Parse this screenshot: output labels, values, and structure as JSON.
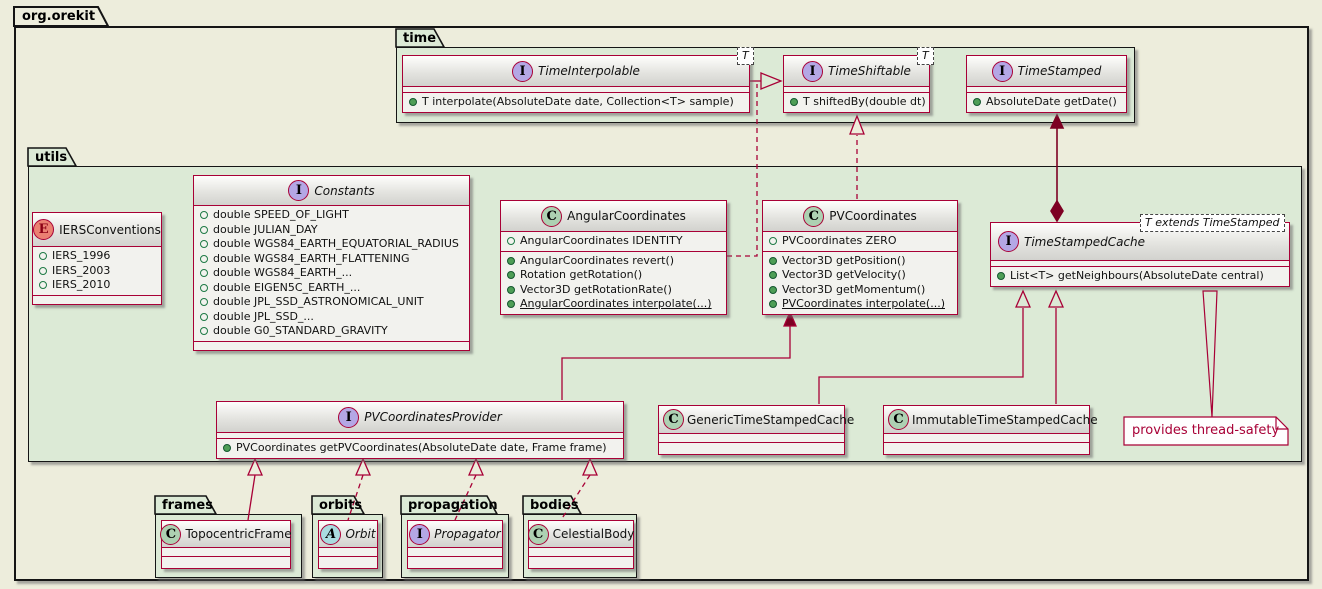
{
  "diagram": {
    "root_package": "org.orekit",
    "packages": {
      "time": "time",
      "utils": "utils",
      "frames": "frames",
      "orbits": "orbits",
      "propagation": "propagation",
      "bodies": "bodies"
    },
    "note": "provides thread-safety"
  },
  "classes": {
    "timeInterpolable": {
      "badge": "I",
      "name": "TimeInterpolable",
      "generic": "T",
      "methods": [
        "T interpolate(AbsoluteDate date, Collection<T> sample)"
      ]
    },
    "timeShiftable": {
      "badge": "I",
      "name": "TimeShiftable",
      "generic": "T",
      "methods": [
        "T shiftedBy(double dt)"
      ]
    },
    "timeStamped": {
      "badge": "I",
      "name": "TimeStamped",
      "methods": [
        "AbsoluteDate getDate()"
      ]
    },
    "iersConventions": {
      "badge": "E",
      "name": "IERSConventions",
      "fields": [
        "IERS_1996",
        "IERS_2003",
        "IERS_2010"
      ]
    },
    "constants": {
      "badge": "I",
      "name": "Constants",
      "fields": [
        "double SPEED_OF_LIGHT",
        "double JULIAN_DAY",
        "double WGS84_EARTH_EQUATORIAL_RADIUS",
        "double WGS84_EARTH_FLATTENING",
        "double WGS84_EARTH_...",
        "double EIGEN5C_EARTH_...",
        "double JPL_SSD_ASTRONOMICAL_UNIT",
        "double JPL_SSD_...",
        "double G0_STANDARD_GRAVITY"
      ]
    },
    "angularCoordinates": {
      "badge": "C",
      "name": "AngularCoordinates",
      "fields": [
        "AngularCoordinates IDENTITY"
      ],
      "methods": [
        "AngularCoordinates revert()",
        "Rotation getRotation()",
        "Vector3D getRotationRate()",
        "AngularCoordinates interpolate(...)"
      ]
    },
    "pvCoordinates": {
      "badge": "C",
      "name": "PVCoordinates",
      "fields": [
        "PVCoordinates ZERO"
      ],
      "methods": [
        "Vector3D getPosition()",
        "Vector3D getVelocity()",
        "Vector3D getMomentum()",
        "PVCoordinates interpolate(...)"
      ]
    },
    "timeStampedCache": {
      "badge": "I",
      "name": "TimeStampedCache",
      "generic": "T extends TimeStamped",
      "methods": [
        "List<T> getNeighbours(AbsoluteDate central)"
      ]
    },
    "pvCoordinatesProvider": {
      "badge": "I",
      "name": "PVCoordinatesProvider",
      "methods": [
        "PVCoordinates getPVCoordinates(AbsoluteDate date, Frame frame)"
      ]
    },
    "genericTimeStampedCache": {
      "badge": "C",
      "name": "GenericTimeStampedCache"
    },
    "immutableTimeStampedCache": {
      "badge": "C",
      "name": "ImmutableTimeStampedCache"
    },
    "topocentricFrame": {
      "badge": "C",
      "name": "TopocentricFrame"
    },
    "orbit": {
      "badge": "A",
      "name": "Orbit"
    },
    "propagator": {
      "badge": "I",
      "name": "Propagator"
    },
    "celestialBody": {
      "badge": "C",
      "name": "CelestialBody"
    }
  },
  "colors": {
    "relation": "#A80036",
    "relation_solid_head": "#7D0023",
    "package_fill": "#DCEAD6",
    "root_fill": "#EDEDDC",
    "class_border": "#A80036",
    "note_text": "#A80036"
  }
}
